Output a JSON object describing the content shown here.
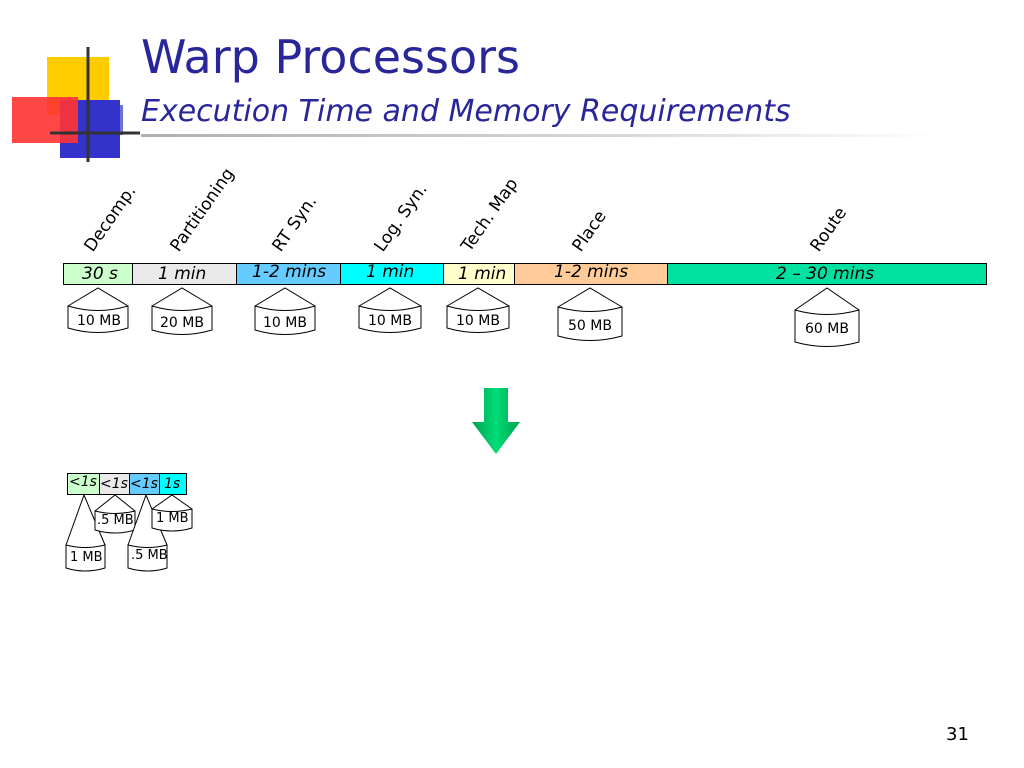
{
  "slide": {
    "title": "Warp Processors",
    "subtitle": "Execution Time and Memory Requirements",
    "page_number": "31"
  },
  "steps": [
    {
      "label": "Decomp.",
      "time": "30 s",
      "memory": "10 MB",
      "color": "#ccffcc"
    },
    {
      "label": "Partitioning",
      "time": "1 min",
      "memory": "20 MB",
      "color": "#eaeaea"
    },
    {
      "label": "RT Syn.",
      "time": "1-2 mins",
      "memory": "10 MB",
      "color": "#66ccff"
    },
    {
      "label": "Log. Syn.",
      "time": "1 min",
      "memory": "10 MB",
      "color": "#00ffff"
    },
    {
      "label": "Tech. Map",
      "time": "1 min",
      "memory": "10 MB",
      "color": "#ffffcc"
    },
    {
      "label": "Place",
      "time": "1-2 mins",
      "memory": "50 MB",
      "color": "#ffcc99"
    },
    {
      "label": "Route",
      "time": "2 – 30 mins",
      "memory": "60 MB",
      "color": "#00e0a0"
    }
  ],
  "warp_steps": [
    {
      "time": "<1s",
      "color": "#ccffcc"
    },
    {
      "time": "<1s",
      "color": "#eaeaea"
    },
    {
      "time": "<1s",
      "color": "#66ccff"
    },
    {
      "time": "1s",
      "color": "#00ffff"
    }
  ],
  "warp_memory": [
    ".5 MB",
    "1 MB",
    "1 MB",
    ".5 MB"
  ],
  "arrow_color": "#00cc66"
}
